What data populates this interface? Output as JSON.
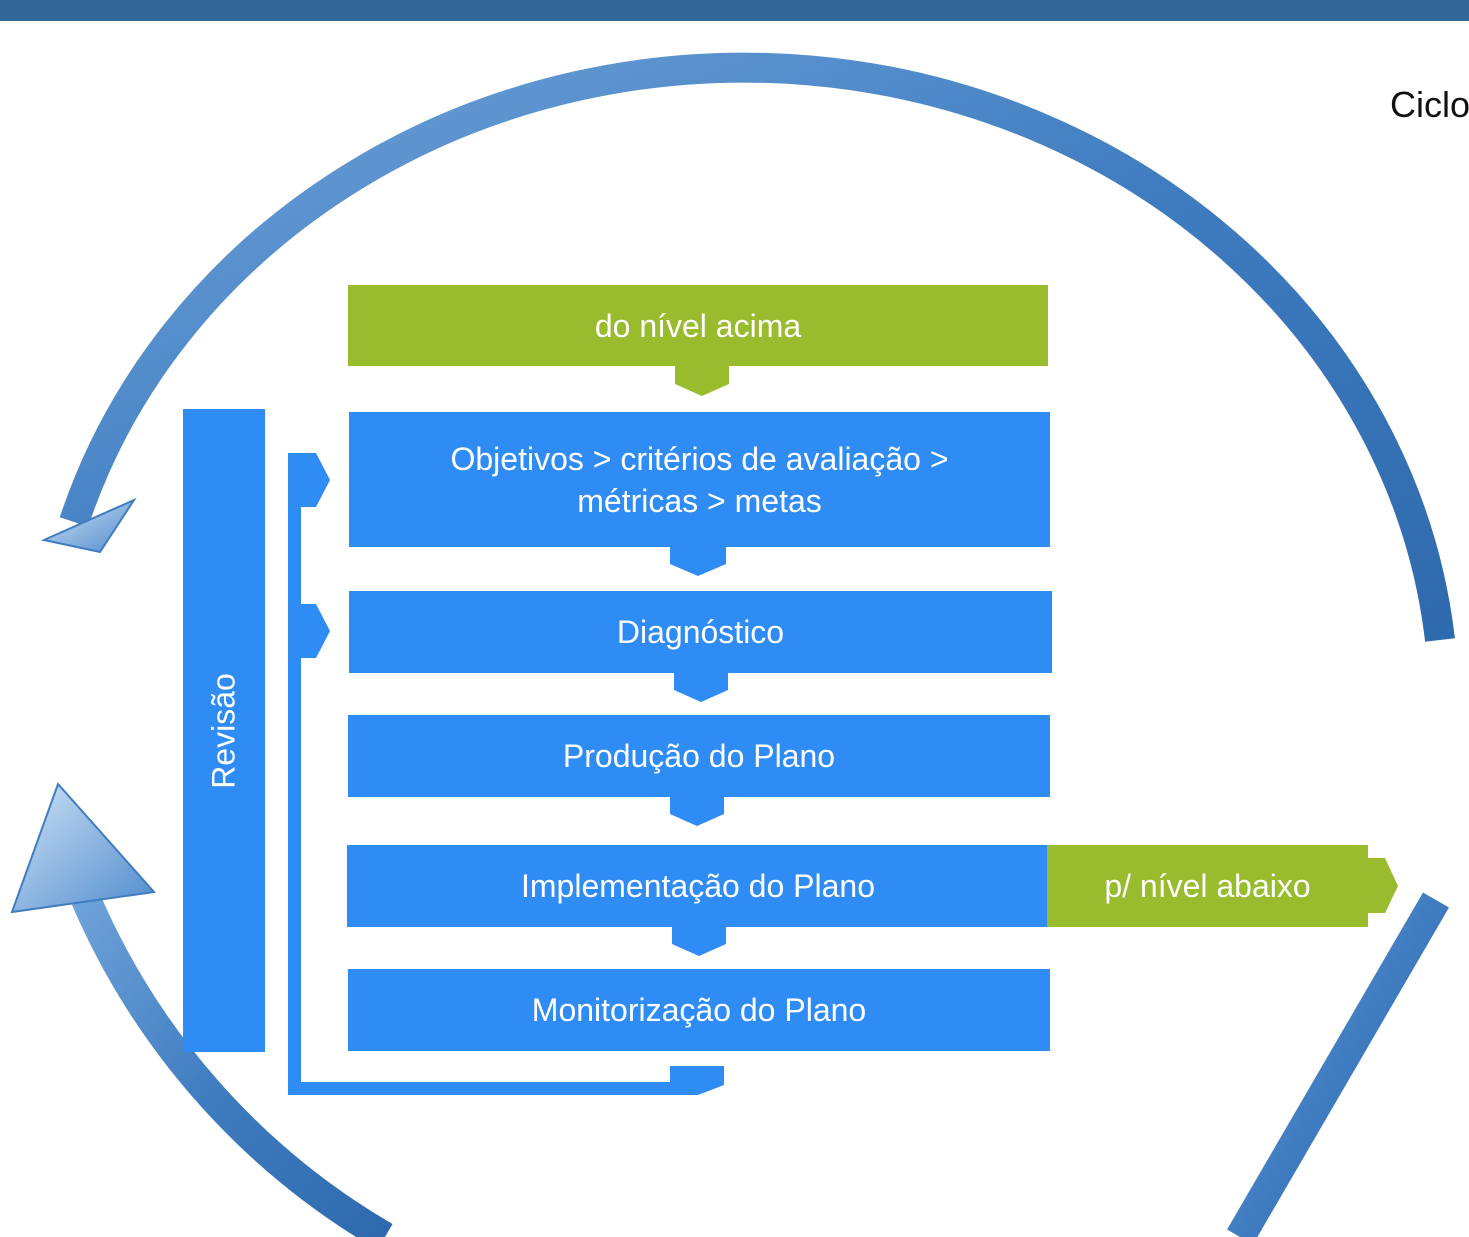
{
  "title": "Ciclo",
  "colors": {
    "header_bar": "#336699",
    "process_box": "#2f8cf5",
    "io_box": "#98bc2e",
    "cycle_arrow": "#4a86c7"
  },
  "review": {
    "label": "Revisão"
  },
  "input": {
    "label": "do nível acima"
  },
  "steps": [
    {
      "label": "Objetivos > critérios de avaliação > métricas > metas"
    },
    {
      "label": "Diagnóstico"
    },
    {
      "label": "Produção do Plano"
    },
    {
      "label": "Implementação do Plano"
    },
    {
      "label": "Monitorização do Plano"
    }
  ],
  "output": {
    "label": "p/ nível abaixo"
  }
}
